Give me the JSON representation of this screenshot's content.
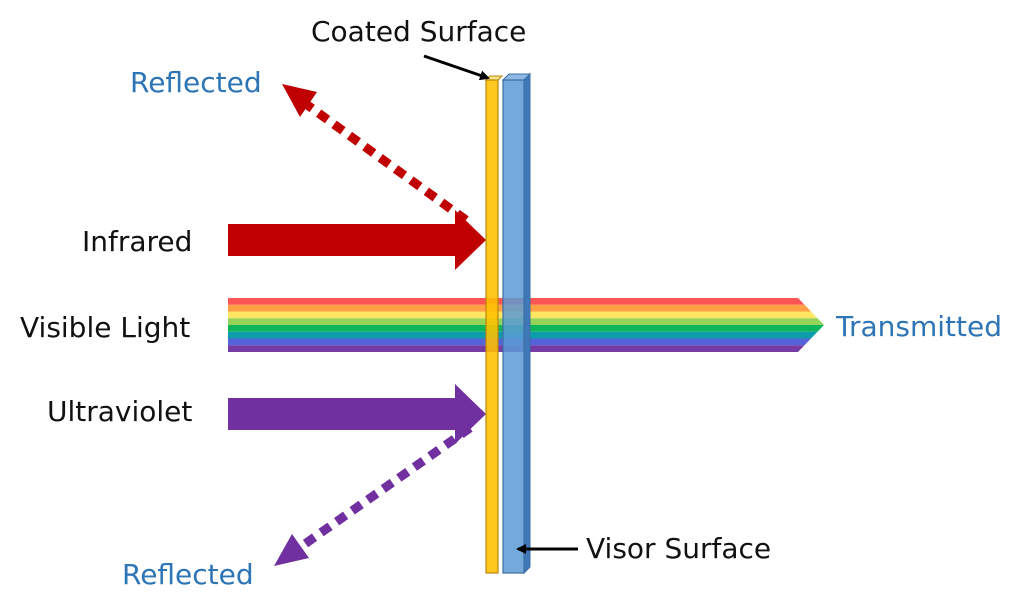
{
  "labels": {
    "coated_surface": "Coated Surface",
    "visor_surface": "Visor Surface",
    "reflected_top": "Reflected",
    "reflected_bottom": "Reflected",
    "infrared": "Infrared",
    "visible_light": "Visible Light",
    "ultraviolet": "Ultraviolet",
    "transmitted": "Transmitted"
  },
  "colors": {
    "infrared": "#c00000",
    "ultraviolet": "#7030a0",
    "coating": "#ffc000",
    "visor": "#5b9bd5",
    "label_blue": "#2e75b6",
    "spectrum": [
      "#ff4b4b",
      "#ff9a3c",
      "#ffe45c",
      "#8fd14f",
      "#00b050",
      "#0097a7",
      "#4a5bd6",
      "#7030a0"
    ]
  },
  "icons": {
    "infrared_arrow": "arrow-right",
    "ultraviolet_arrow": "arrow-right",
    "visible_band": "arrow-right",
    "reflected_ir": "dotted-arrow-up-left",
    "reflected_uv": "dotted-arrow-down-left"
  }
}
